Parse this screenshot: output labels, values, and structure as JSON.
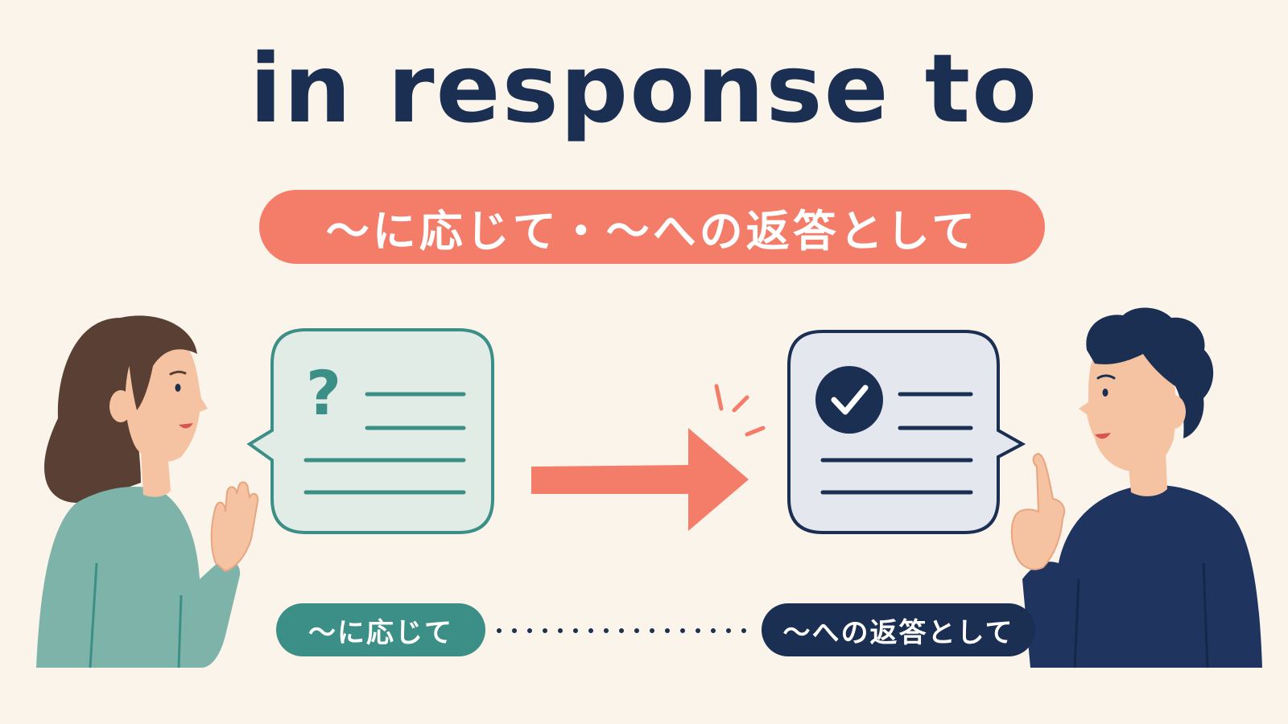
{
  "title": "in response to",
  "subtitle": "〜に応じて・〜への返答として",
  "labels": {
    "left": "〜に応じて",
    "right": "〜への返答として"
  },
  "colors": {
    "background": "#fbf4ea",
    "navy": "#1b2f52",
    "coral": "#f47d6a",
    "teal": "#3b8f86",
    "teal_light": "#e2ece6",
    "gray_light": "#e4e8ee"
  },
  "icons": {
    "question_bubble": "question-icon",
    "answer_bubble": "check-circle-icon",
    "arrow": "arrow-right-icon"
  }
}
